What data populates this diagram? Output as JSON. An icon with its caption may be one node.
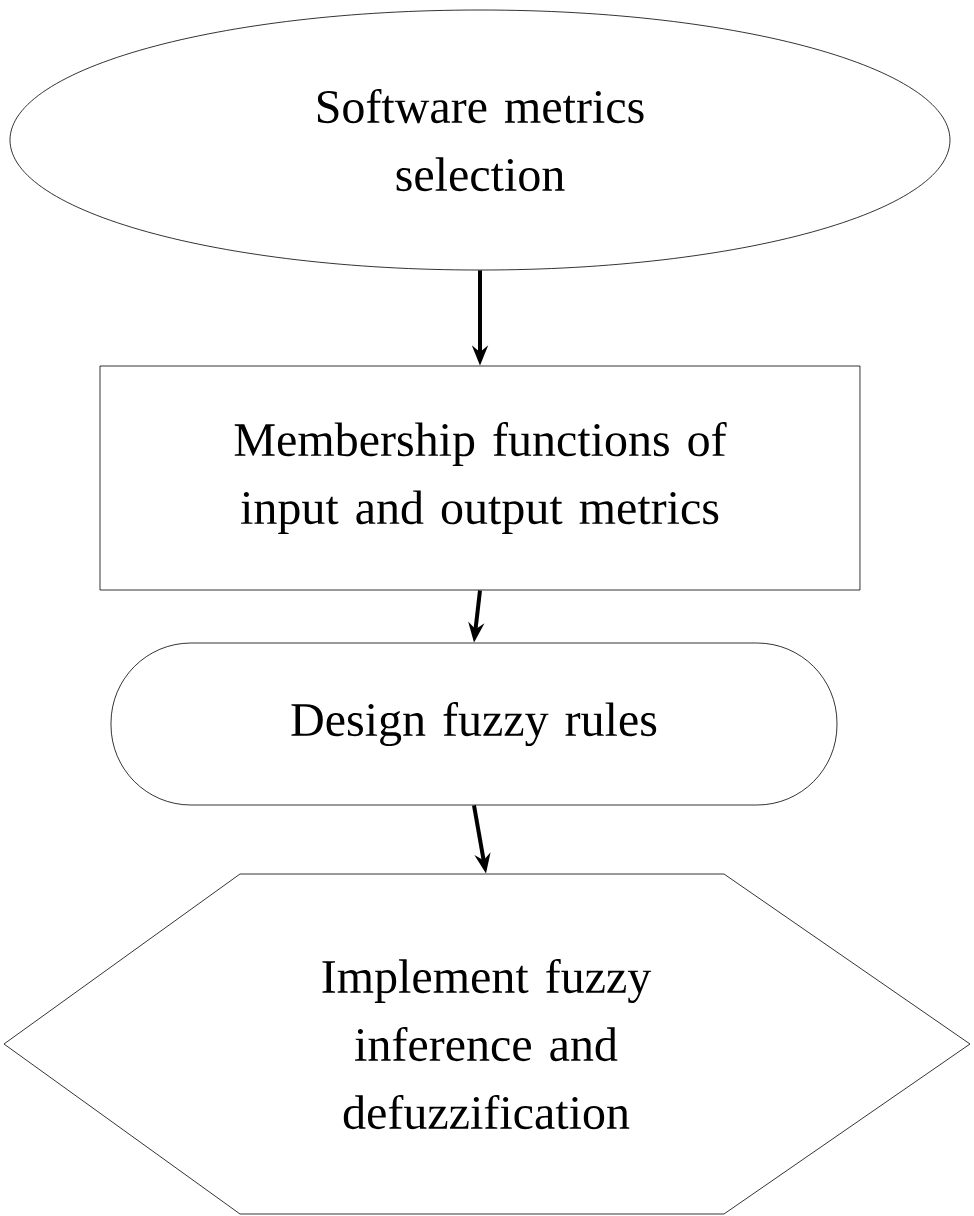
{
  "diagram": {
    "nodes": [
      {
        "text": [
          "Software metrics selection"
        ]
      },
      {
        "text": [
          "Membership functions of input and output metrics"
        ]
      },
      {
        "text": [
          "Design fuzzy rules"
        ]
      },
      {
        "text": [
          "Implement fuzzy inference and defuzzification"
        ]
      }
    ],
    "edges": [
      {
        "from": 0,
        "to": 1,
        "arrow": "to"
      },
      {
        "from": 1,
        "to": 2,
        "arrow": "to"
      },
      {
        "from": 2,
        "to": 3,
        "arrow": "to"
      }
    ]
  }
}
